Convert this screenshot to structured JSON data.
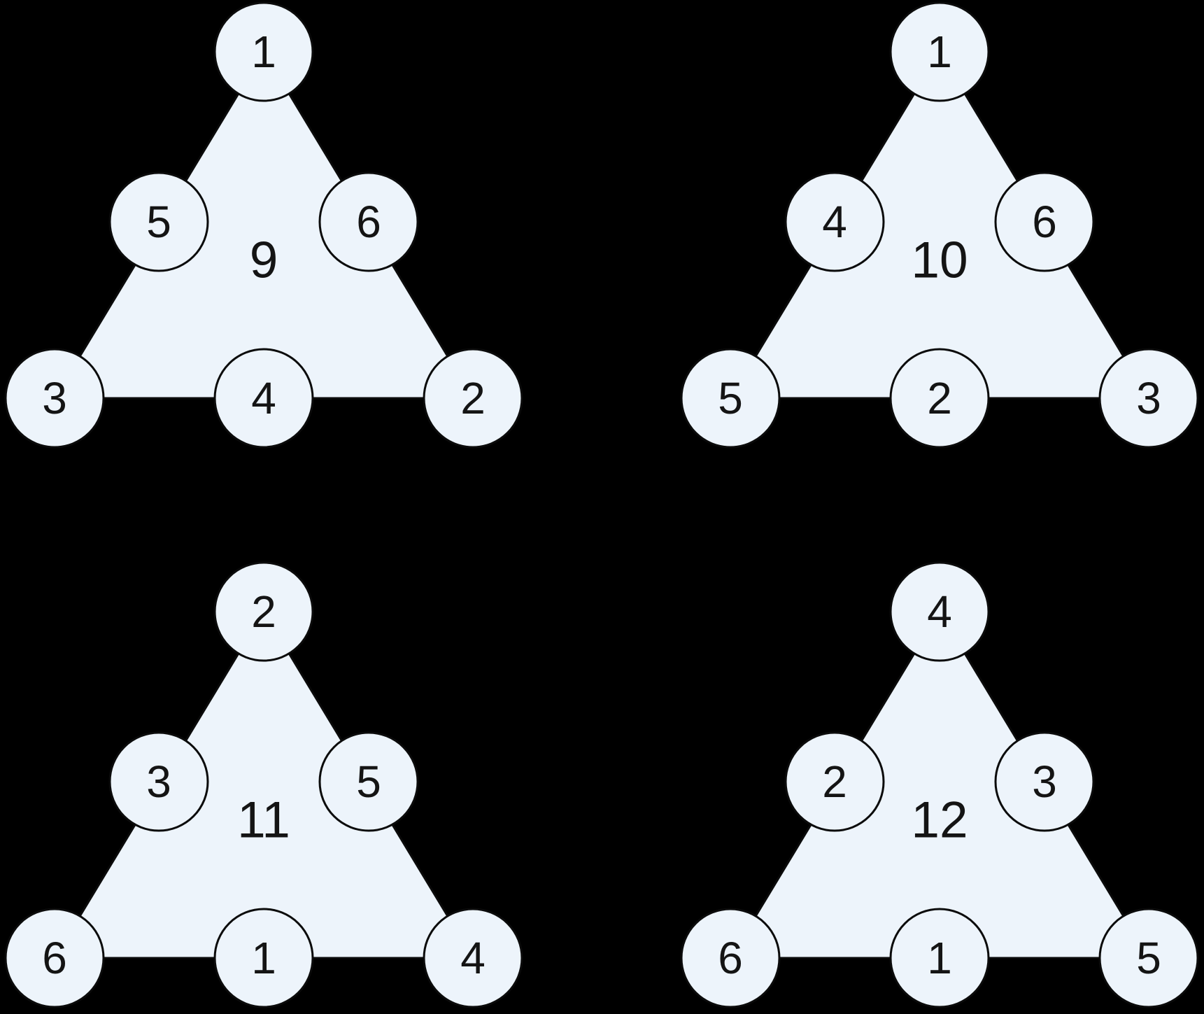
{
  "figure": {
    "background": "#000000",
    "shape_fill": "#edf4fb",
    "shape_stroke": "#0b0b0b",
    "text_color": "#141414"
  },
  "triangles": [
    {
      "sum": "9",
      "apex": "1",
      "mid_left": "5",
      "mid_right": "6",
      "bottom_left": "3",
      "bottom_center": "4",
      "bottom_right": "2"
    },
    {
      "sum": "10",
      "apex": "1",
      "mid_left": "4",
      "mid_right": "6",
      "bottom_left": "5",
      "bottom_center": "2",
      "bottom_right": "3"
    },
    {
      "sum": "11",
      "apex": "2",
      "mid_left": "3",
      "mid_right": "5",
      "bottom_left": "6",
      "bottom_center": "1",
      "bottom_right": "4"
    },
    {
      "sum": "12",
      "apex": "4",
      "mid_left": "2",
      "mid_right": "3",
      "bottom_left": "6",
      "bottom_center": "1",
      "bottom_right": "5"
    }
  ]
}
